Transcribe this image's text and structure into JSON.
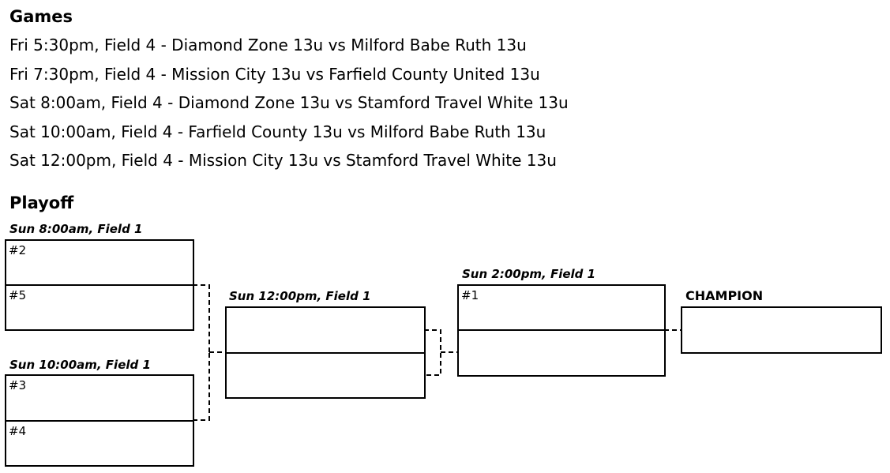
{
  "games": {
    "heading": "Games",
    "lines": [
      "Fri 5:30pm, Field 4 - Diamond Zone 13u vs Milford Babe Ruth 13u",
      "Fri 7:30pm, Field 4 - Mission City 13u vs Farfield County United 13u",
      "Sat 8:00am, Field 4 - Diamond Zone 13u vs Stamford Travel White 13u",
      "Sat 10:00am, Field 4 - Farfield County 13u vs Milford Babe Ruth 13u",
      "Sat 12:00pm, Field 4 - Mission City 13u vs Stamford Travel White 13u"
    ]
  },
  "playoff": {
    "heading": "Playoff",
    "game1": {
      "label": "Sun 8:00am, Field 1",
      "top_seed": "#2",
      "bottom_seed": "#5"
    },
    "game2": {
      "label": "Sun 10:00am, Field 1",
      "top_seed": "#3",
      "bottom_seed": "#4"
    },
    "semifinal": {
      "label": "Sun 12:00pm, Field 1",
      "top_seed": "",
      "bottom_seed": ""
    },
    "final": {
      "label": "Sun 2:00pm, Field 1",
      "top_seed": "#1",
      "bottom_seed": ""
    },
    "champion": {
      "label": "CHAMPION"
    }
  }
}
